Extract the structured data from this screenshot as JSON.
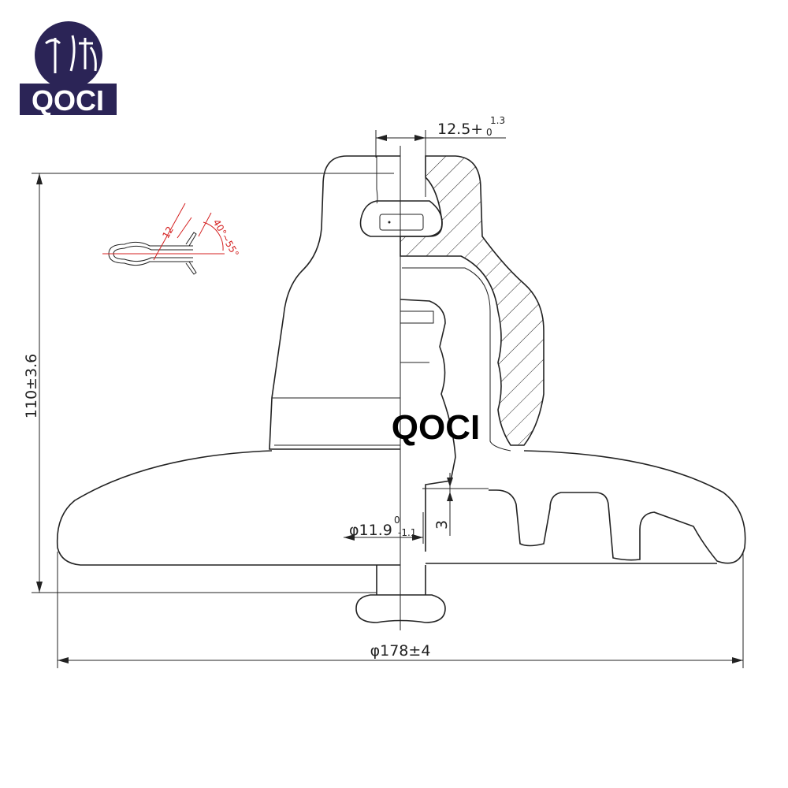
{
  "logo": {
    "text": "QOCI",
    "color": "#2b2456"
  },
  "watermark": "QOCI",
  "dimensions": {
    "height": "110±3.6",
    "diameter": "φ178±4",
    "socket_width_main": "12.5+",
    "socket_width_upper": "1.3",
    "socket_width_lower": "0",
    "pin_dia_main": "φ11.9",
    "pin_dia_upper": "0",
    "pin_dia_lower": "-1.1",
    "gap": "3"
  },
  "cotter_pin": {
    "width": "12",
    "angle": "40°~55°",
    "color": "#d42020"
  }
}
